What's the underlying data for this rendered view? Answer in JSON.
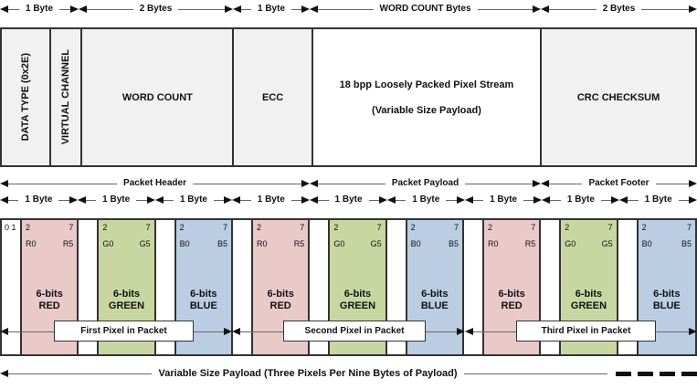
{
  "colors": {
    "red": "#eac9c9",
    "green": "#c8d7a2",
    "blue": "#bacde3",
    "block": "#f1f1f1",
    "payload": "#ffffff",
    "border": "#333333",
    "line": "#666666",
    "ink": "#111111"
  },
  "top_dims": [
    "1 Byte",
    "2 Bytes",
    "1 Byte",
    "WORD COUNT Bytes",
    "2 Bytes"
  ],
  "blocks": [
    {
      "label": "DATA TYPE (0x2E)"
    },
    {
      "label": "VIRTUAL CHANNEL"
    },
    {
      "label": "WORD COUNT"
    },
    {
      "label": "ECC"
    },
    {
      "label": "18 bpp Loosely Packed Pixel Stream\n\n(Variable Size Payload)"
    },
    {
      "label": "CRC CHECKSUM"
    }
  ],
  "section_dims": [
    "Packet Header",
    "Packet Payload",
    "Packet Footer"
  ],
  "byte_dims": [
    "1 Byte",
    "1 Byte",
    "1 Byte",
    "1 Byte",
    "1 Byte",
    "1 Byte",
    "1 Byte",
    "1 Byte",
    "1 Byte"
  ],
  "payload_bytes": [
    {
      "lead": "0 1",
      "bit_lo": "2",
      "bit_hi": "7",
      "sig_lo": "R0",
      "sig_hi": "R5",
      "name": "6-bits\nRED",
      "color": "red"
    },
    {
      "lead": "",
      "bit_lo": "2",
      "bit_hi": "7",
      "sig_lo": "G0",
      "sig_hi": "G5",
      "name": "6-bits\nGREEN",
      "color": "green"
    },
    {
      "lead": "",
      "bit_lo": "2",
      "bit_hi": "7",
      "sig_lo": "B0",
      "sig_hi": "B5",
      "name": "6-bits\nBLUE",
      "color": "blue"
    },
    {
      "lead": "",
      "bit_lo": "2",
      "bit_hi": "7",
      "sig_lo": "R0",
      "sig_hi": "R5",
      "name": "6-bits\nRED",
      "color": "red"
    },
    {
      "lead": "",
      "bit_lo": "2",
      "bit_hi": "7",
      "sig_lo": "G0",
      "sig_hi": "G5",
      "name": "6-bits\nGREEN",
      "color": "green"
    },
    {
      "lead": "",
      "bit_lo": "2",
      "bit_hi": "7",
      "sig_lo": "B0",
      "sig_hi": "B5",
      "name": "6-bits\nBLUE",
      "color": "blue"
    },
    {
      "lead": "",
      "bit_lo": "2",
      "bit_hi": "7",
      "sig_lo": "R0",
      "sig_hi": "R5",
      "name": "6-bits\nRED",
      "color": "red"
    },
    {
      "lead": "",
      "bit_lo": "2",
      "bit_hi": "7",
      "sig_lo": "G0",
      "sig_hi": "G5",
      "name": "6-bits\nGREEN",
      "color": "green"
    },
    {
      "lead": "",
      "bit_lo": "2",
      "bit_hi": "7",
      "sig_lo": "B0",
      "sig_hi": "B5",
      "name": "6-bits\nBLUE",
      "color": "blue"
    }
  ],
  "pixel_boxes": [
    "First Pixel in Packet",
    "Second Pixel in Packet",
    "Third Pixel in Packet"
  ],
  "footer_label": "Variable Size Payload (Three Pixels Per Nine Bytes of Payload)"
}
